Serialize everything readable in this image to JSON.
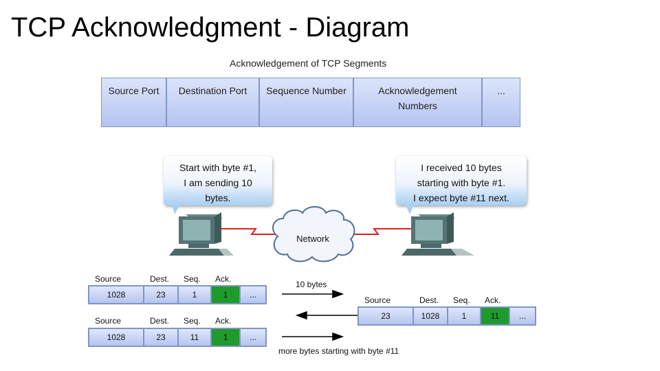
{
  "title": "TCP Acknowledgment - Diagram",
  "subtitle": "Acknowledgement of TCP Segments",
  "header_fields": [
    {
      "line1": "Source Port",
      "line2": ""
    },
    {
      "line1": "Destination Port",
      "line2": ""
    },
    {
      "line1": "Sequence Number",
      "line2": ""
    },
    {
      "line1": "Acknowledgement",
      "line2": "Numbers"
    },
    {
      "line1": "...",
      "line2": ""
    }
  ],
  "bubbles": {
    "left": [
      "Start with byte #1,",
      "I am sending 10",
      "bytes."
    ],
    "right": [
      "I received 10 bytes",
      "starting with byte #1.",
      "I expect byte #11 next."
    ]
  },
  "network_label": "Network",
  "segment_labels": {
    "source": "Source",
    "dest": "Dest.",
    "seq": "Seq.",
    "ack": "Ack."
  },
  "segments": [
    {
      "source": "1028",
      "dest": "23",
      "seq": "1",
      "ack": "1",
      "more": "..."
    },
    {
      "source": "23",
      "dest": "1028",
      "seq": "1",
      "ack": "11",
      "more": "..."
    },
    {
      "source": "1028",
      "dest": "23",
      "seq": "11",
      "ack": "1",
      "more": "..."
    }
  ],
  "arrows": {
    "first": "10 bytes",
    "third": "more bytes starting with byte #11"
  },
  "colors": {
    "ack_green": "#1f9a2d",
    "link_red": "#e02020",
    "header_blue": "#b4c3f0"
  }
}
